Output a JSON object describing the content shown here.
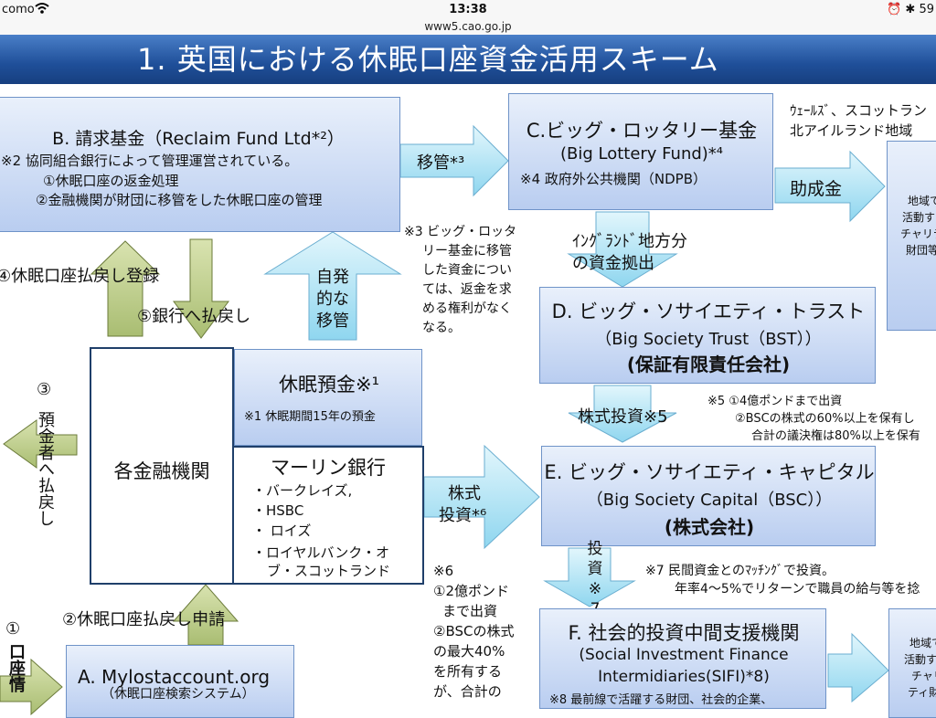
{
  "status": {
    "carrier": "como",
    "time": "13:38",
    "battery": "59",
    "url": "www5.cao.go.jp"
  },
  "title": "1. 英国における休眠口座資金活用スキーム",
  "boxB": {
    "title": "B. 請求基金（Reclaim Fund Ltd*²）",
    "note": "※2  協同組合銀行によって管理運営されている。",
    "item1": "①休眠口座の返金処理",
    "item2": "②金融機関が財団に移管をした休眠口座の管理"
  },
  "boxC": {
    "title": "C.ビッグ・ロッタリー基金",
    "subtitle": "(Big Lottery Fund)*⁴",
    "note": "※4  政府外公共機関（NDPB）"
  },
  "wales": {
    "line1": "ｳｪｰﾙｽﾞ、スコットラン",
    "line2": "北アイルランド地域"
  },
  "rightBox1": {
    "l1": "地域で",
    "l2": "活動す",
    "l3": "チャリテ",
    "l4": "財団等"
  },
  "arrows": {
    "transfer3": "移管*³",
    "grant": "助成金",
    "voluntary": "自発\n的な\n移管",
    "england1": "ｲﾝｸﾞﾗﾝﾄﾞ地方分",
    "england2": "の資金拠出",
    "stock5": "株式投資※5",
    "stock6a": "株式",
    "stock6b": "投資*⁶",
    "invest7": "投\n資\n※\n7",
    "reg4": "④休眠口座払戻し登録",
    "repay5": "⑤銀行へ払戻し",
    "depositor3": "③",
    "depositor3b": "預金者へ払戻し",
    "claim2": "②休眠口座払戻し申請",
    "one1": "①",
    "one1b": "口座情"
  },
  "note3": [
    "※3  ビッグ・ロッタ",
    "リー基金に移管",
    "した資金につい",
    "ては、返金を求",
    "める権利がなく",
    "なる。"
  ],
  "boxD": {
    "title": "D. ビッグ・ソサイエティ・トラスト",
    "subtitle": "（Big Society Trust（BST））",
    "kind": "(保証有限責任会社)"
  },
  "note5": {
    "l1": "※5  ①4億ポンドまで出資",
    "l2": "②BSCの株式の60%以上を保有し",
    "l3": "合計の議決権は80%以上を保有"
  },
  "banks": {
    "label": "各金融機関"
  },
  "dormant": {
    "title": "休眠預金※¹",
    "note": "※1  休眠期間15年の預金"
  },
  "merlin": {
    "title": "マーリン銀行",
    "b1": "・バークレイズ,",
    "b2": "・HSBC",
    "b3": "・ ロイズ",
    "b4": "・ロイヤルバンク・オ",
    "b5": "ブ・スコットランド"
  },
  "boxE": {
    "title": "E. ビッグ・ソサイエティ・キャピタル",
    "subtitle": "（Big Society Capital（BSC））",
    "kind": "(株式会社)"
  },
  "note6": [
    "※6",
    "①2億ポンド",
    "まで出資",
    "②BSCの株式",
    "の最大40%",
    "を所有する",
    "が、合計の"
  ],
  "note7": {
    "l1": "※7  民間資金とのﾏｯﾁﾝｸﾞで投資。",
    "l2": "年率4～5%でリターンで職員の給与等を捻"
  },
  "boxF": {
    "title": "F. 社会的投資中間支援機関",
    "sub1": "(Social Investment Finance",
    "sub2": "Intermidiaries(SIFI)*8)",
    "note": "※8  最前線で活躍する財団、社会的企業、"
  },
  "rightBox2": {
    "l1": "地域で",
    "l2": "活動す",
    "l3": "チャリ",
    "l4": "ティ財"
  },
  "boxA": {
    "title": "A.  Mylostaccount.org",
    "subtitle": "（休眠口座検索システム）"
  }
}
